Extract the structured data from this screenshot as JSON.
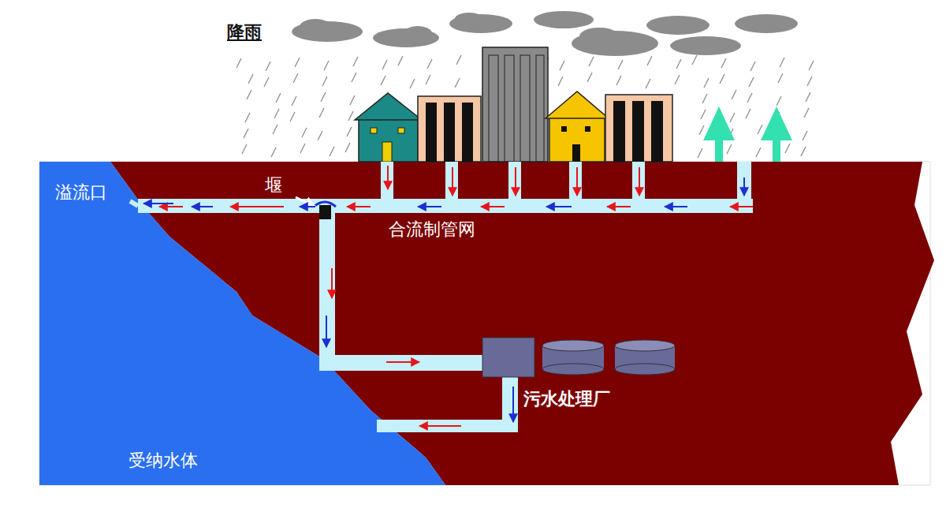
{
  "diagram": {
    "labels": [
      "降雨",
      "溢流口",
      "堰",
      "合流制管网",
      "污水处理厂",
      "受纳水体"
    ]
  }
}
